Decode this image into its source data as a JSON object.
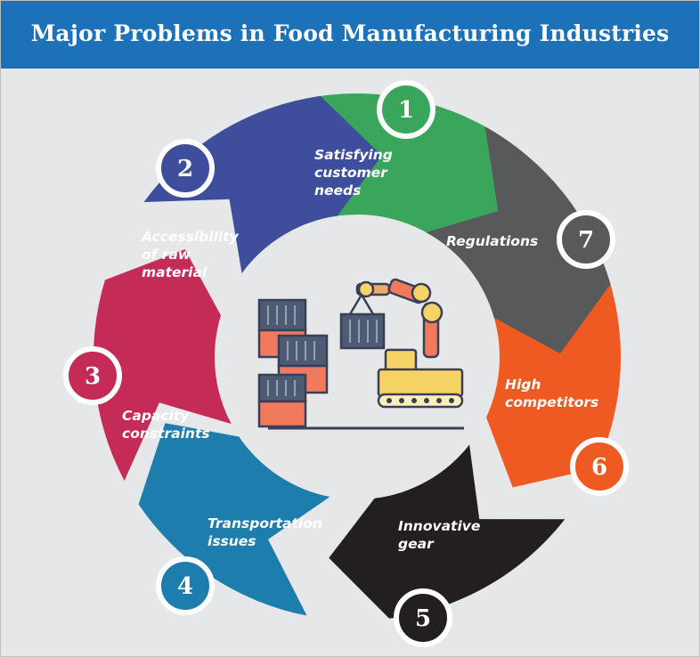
{
  "title": "Major Problems in Food Manufacturing Industries",
  "segments": [
    {
      "number": "1",
      "label": "Satisfying\ncustomer\nneeds",
      "color": "#3aa65b"
    },
    {
      "number": "2",
      "label": "Accessibility\nof raw\nmaterial",
      "color": "#3e4e9c"
    },
    {
      "number": "3",
      "label": "Capacity\nconstraints",
      "color": "#c42b56"
    },
    {
      "number": "4",
      "label": "Transportation\nissues",
      "color": "#1d7ead"
    },
    {
      "number": "5",
      "label": "Innovative\ngear",
      "color": "#231f20"
    },
    {
      "number": "6",
      "label": "High\ncompetitors",
      "color": "#ef5a22"
    },
    {
      "number": "7",
      "label": "Regulations",
      "color": "#58595b"
    }
  ],
  "center_icon": "factory-robot-arm-containers-icon"
}
